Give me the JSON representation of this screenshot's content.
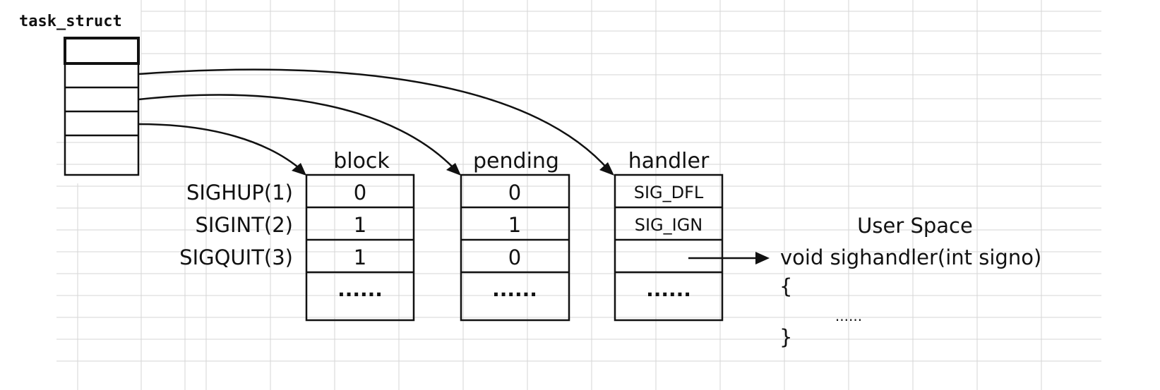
{
  "task_struct": {
    "title": "task_struct"
  },
  "signals": [
    {
      "label": "SIGHUP(1)"
    },
    {
      "label": "SIGINT(2)"
    },
    {
      "label": "SIGQUIT(3)"
    }
  ],
  "tables": {
    "block": {
      "header": "block",
      "cells": [
        "0",
        "1",
        "1",
        "......"
      ]
    },
    "pending": {
      "header": "pending",
      "cells": [
        "0",
        "1",
        "0",
        "......"
      ]
    },
    "handler": {
      "header": "handler",
      "cells": [
        "SIG_DFL",
        "SIG_IGN",
        "",
        "......"
      ]
    }
  },
  "user_space": {
    "title": "User Space",
    "signature": "void sighandler(int signo)",
    "open_brace": "{",
    "body": "......",
    "close_brace": "}"
  }
}
